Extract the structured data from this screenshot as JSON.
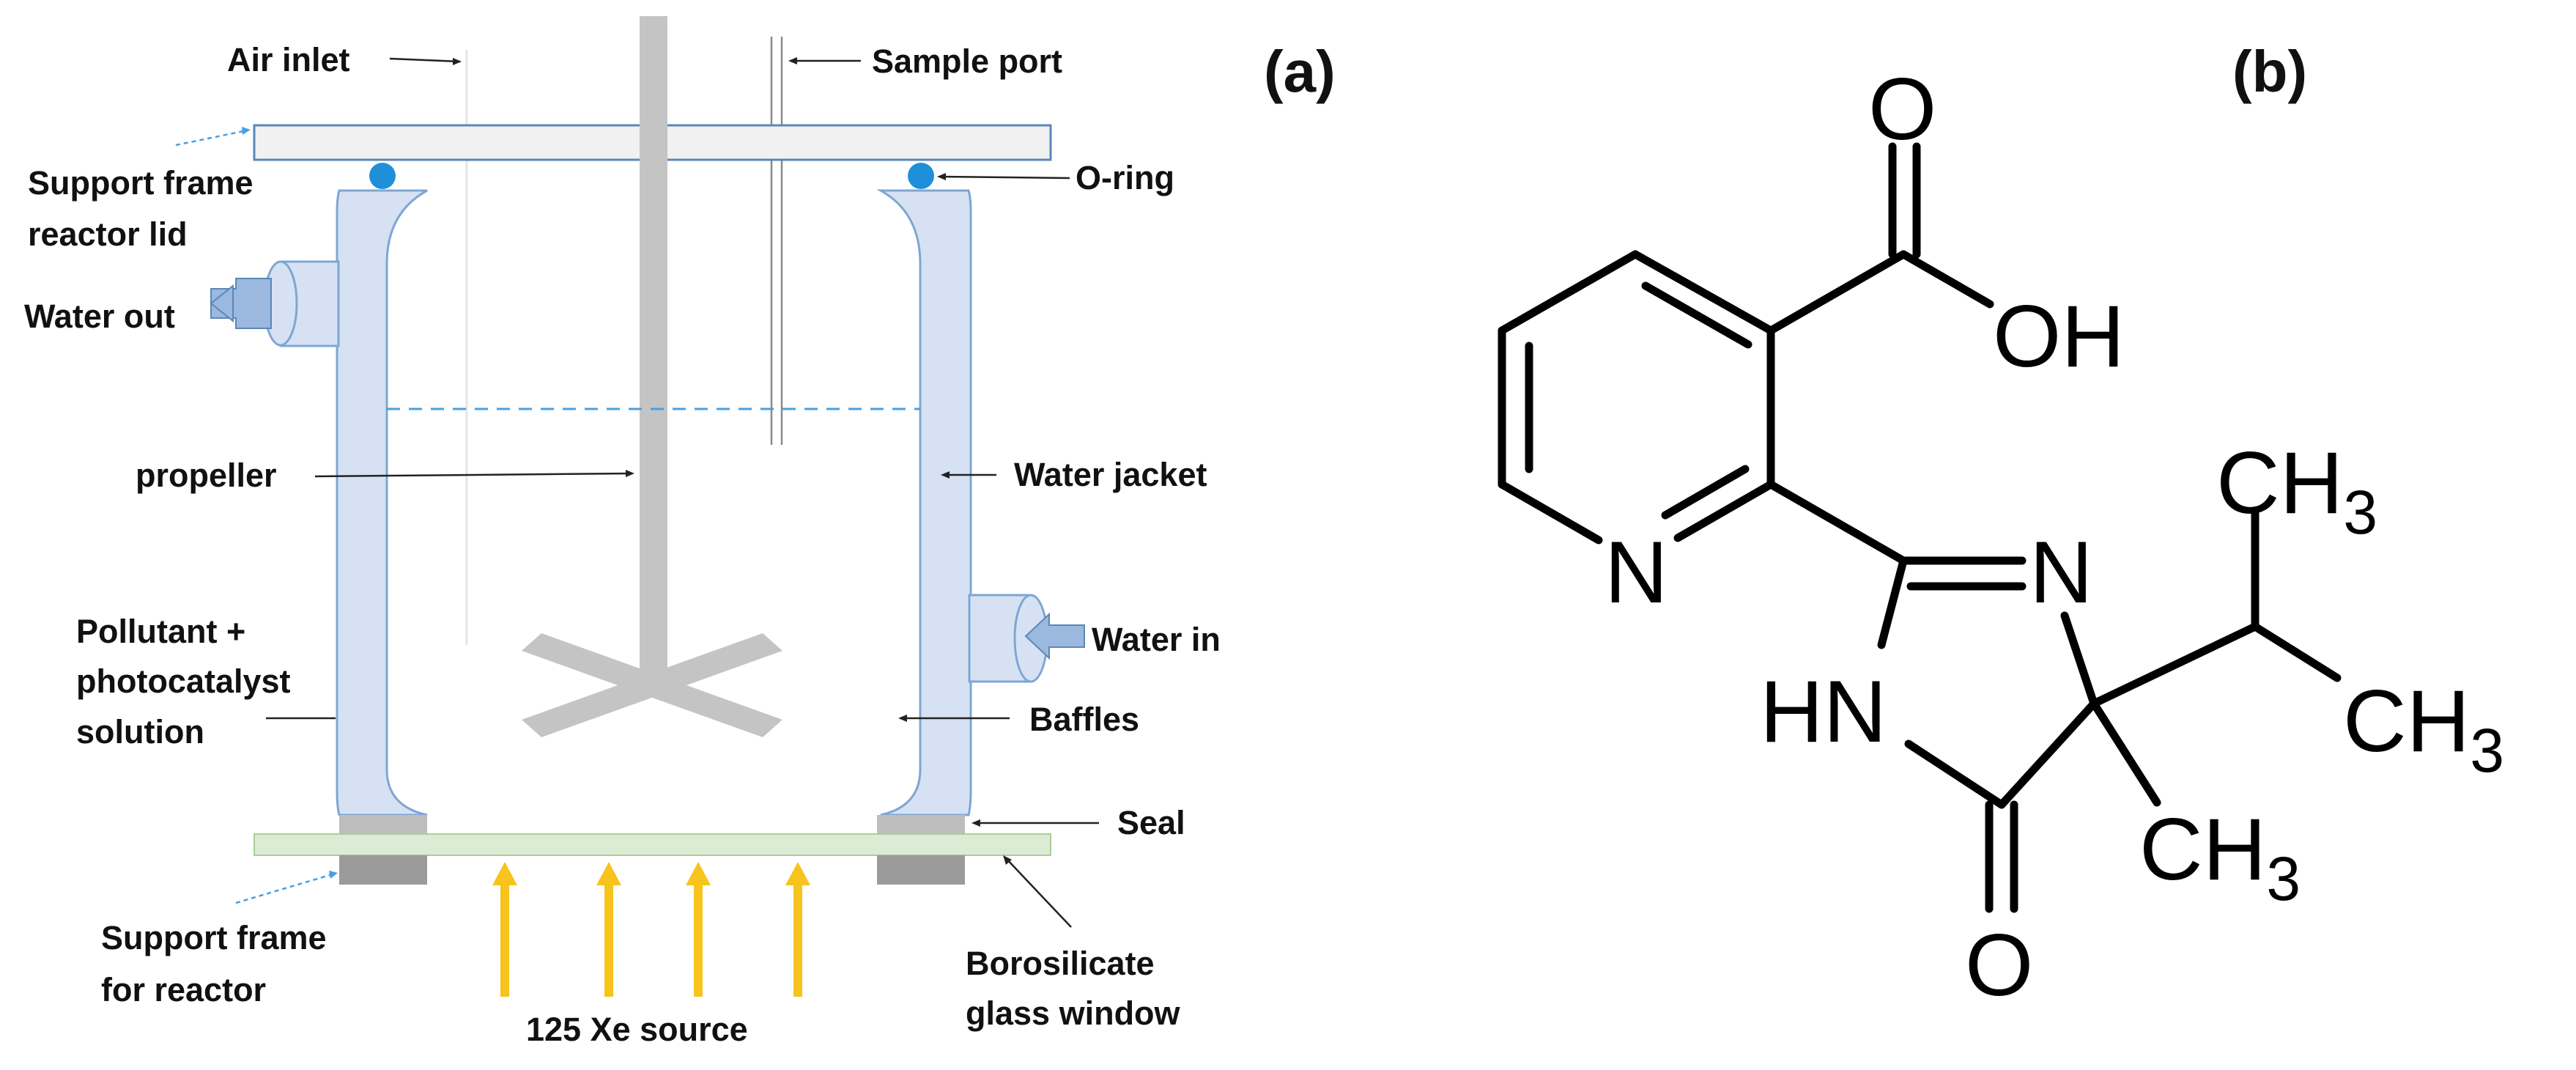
{
  "panels": {
    "a": "(a)",
    "b": "(b)"
  },
  "reactor": {
    "air_inlet": "Air inlet",
    "sample_port": "Sample port",
    "support_frame_lid_1": "Support frame",
    "support_frame_lid_2": "reactor lid",
    "o_ring": "O-ring",
    "water_out": "Water out",
    "propeller": "propeller",
    "water_jacket": "Water jacket",
    "water_in": "Water in",
    "pollutant_1": "Pollutant +",
    "pollutant_2": "photocatalyst",
    "pollutant_3": "solution",
    "baffles": "Baffles",
    "seal": "Seal",
    "support_frame_reactor_1": "Support frame",
    "support_frame_reactor_2": "for reactor",
    "xe_source": "125 Xe source",
    "glass_window_1": "Borosilicate",
    "glass_window_2": "glass window"
  },
  "molecule": {
    "O_top": "O",
    "OH": "OH",
    "N_pyridine": "N",
    "N_imine": "N",
    "HN": "HN",
    "O_bottom": "O",
    "CH3_label": "CH",
    "CH3_sub": "3"
  },
  "colors": {
    "jacket_fill": "#d6e2f3",
    "jacket_stroke": "#7fa6d3",
    "o_ring": "#1e8fd8",
    "lid_fill": "#f1f1f1",
    "lid_stroke": "#5b87b9",
    "shaft": "#c4c4c4",
    "glass_window": "#dcebd4",
    "seal_block": "#bdbdbd",
    "frame_block": "#9b9b9b",
    "arrow_yellow": "#f7c31c",
    "dashed_level": "#4a9fe0"
  }
}
